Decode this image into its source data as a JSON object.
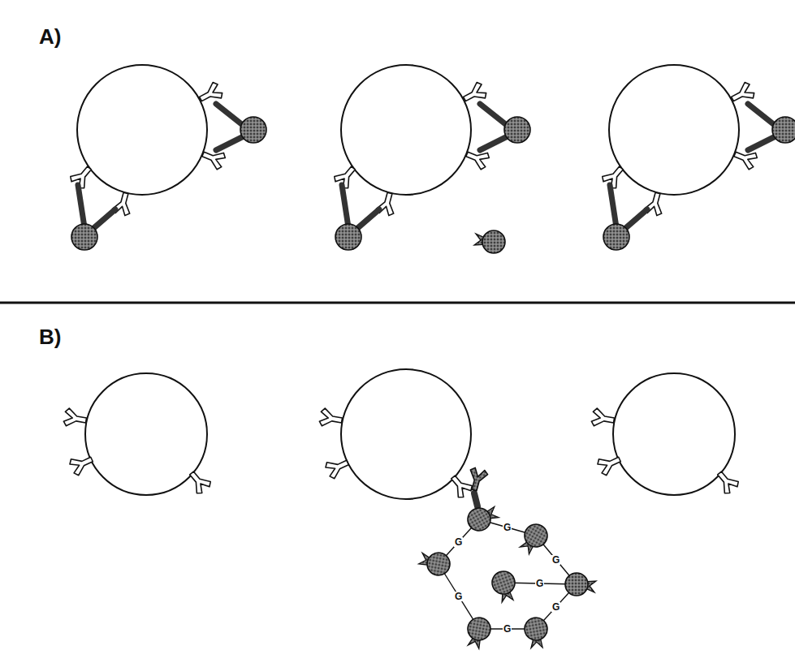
{
  "diagram": {
    "labels": [
      "A)",
      "B)",
      "G",
      "G",
      "G",
      "G",
      "G",
      "G",
      "G"
    ]
  }
}
